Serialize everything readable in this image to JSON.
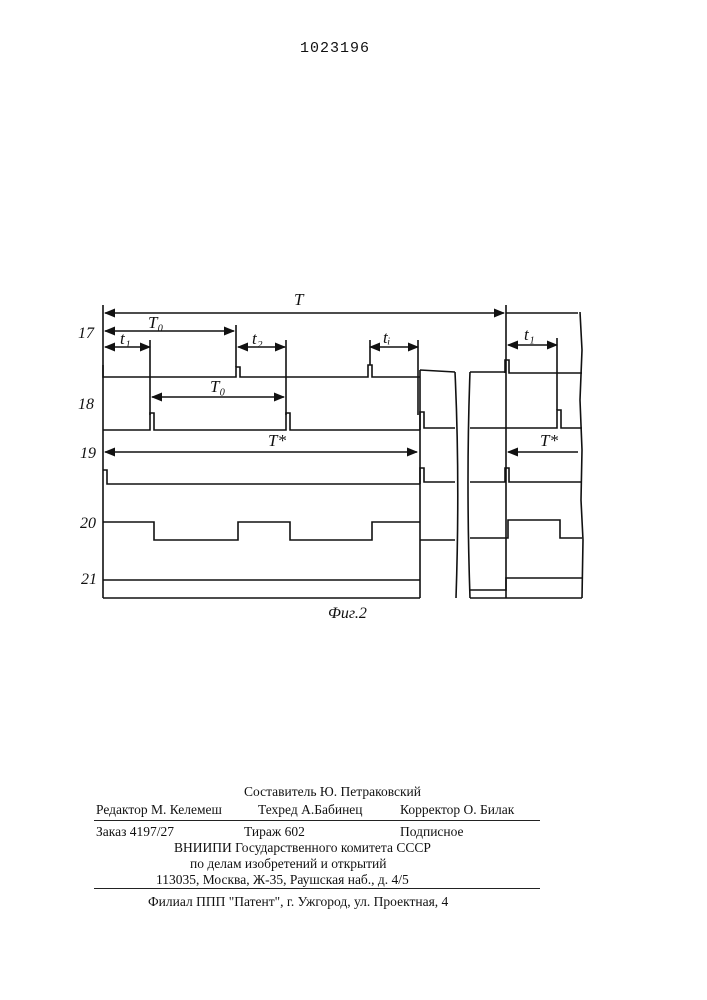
{
  "patent_number": "1023196",
  "figure": {
    "caption": "Фиг.2",
    "row_labels": [
      "17",
      "18",
      "19",
      "20",
      "21"
    ],
    "timing_labels": {
      "T": "T",
      "T0_top": "T₀",
      "T0_mid": "T₀",
      "t1_left": "t₁",
      "t2": "t₂",
      "ti": "tᵢ",
      "t1_right": "t₁",
      "Tstar_left": "T*",
      "Tstar_right": "T*"
    }
  },
  "imprint": {
    "compiler": "Составитель Ю. Петраковский",
    "editor": "Редактор М. Келемеш",
    "techred": "Техред А.Бабинец",
    "corrector": "Корректор О. Билак",
    "order": "Заказ 4197/27",
    "circulation": "Тираж 602",
    "subscription": "Подписное",
    "institute": "ВНИИПИ Государственного комитета СССР",
    "committee": "по делам изобретений и открытий",
    "address": "113035, Москва, Ж-35, Раушская наб., д. 4/5",
    "branch": "Филиал ППП \"Патент\", г. Ужгород, ул. Проектная, 4"
  }
}
